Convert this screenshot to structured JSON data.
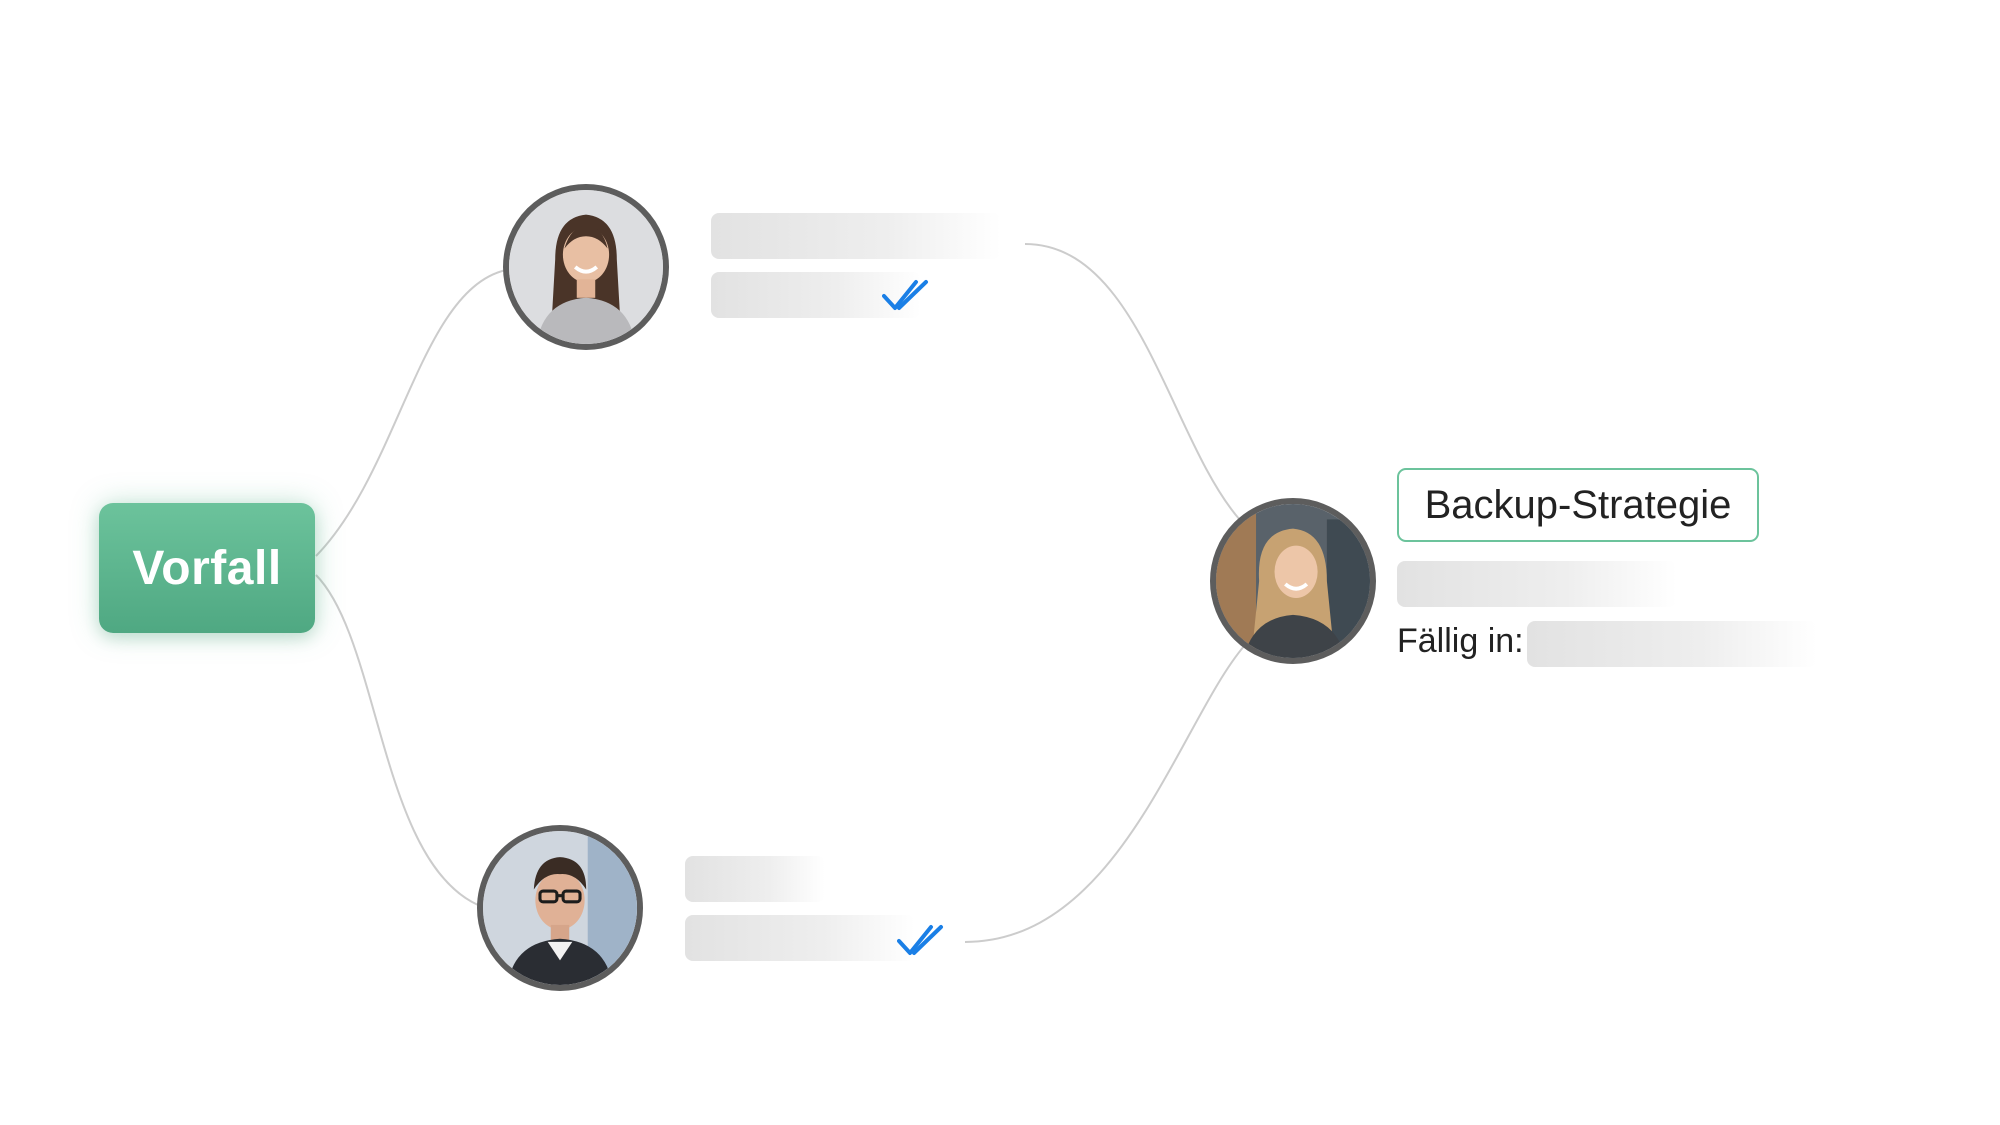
{
  "root_node": {
    "label": "Vorfall"
  },
  "task_card": {
    "title": "Backup-Strategie",
    "due_label": "Fällig in:"
  },
  "people": [
    {
      "name_hidden": true,
      "status": "read"
    },
    {
      "name_hidden": true,
      "status": "read"
    },
    {
      "name_hidden": true,
      "status": "assignee"
    }
  ],
  "icons": {
    "status_icon": "double-check-icon",
    "check_color": "#1a7fe6"
  },
  "colors": {
    "accent": "#5bb68e",
    "connector": "#c8c8c8",
    "avatar_ring": "#5d5d5d"
  }
}
